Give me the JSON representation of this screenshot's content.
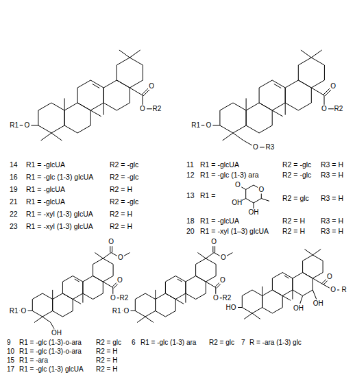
{
  "diagram": {
    "labels": [
      "R1",
      "O",
      "O",
      "O",
      "R2",
      "R1",
      "O",
      "O",
      "O",
      "R2",
      "O",
      "R3",
      "14",
      "R1 = -glcUA",
      "R2 = -glc",
      "16",
      "R1 = -glc (1-3) glcUA",
      "R2 = -glc",
      "19",
      "R1 = -glcUA",
      "R2 = H",
      "21",
      "R1 = -glcUA",
      "R2 = -glc",
      "22",
      "R1 = -xyl (1-3) glcUA",
      "R2 = H",
      "23",
      "R1 = -xyl (1-3) glcUA",
      "R2 = H",
      "11",
      "R1 = -glcUA",
      "R2 = -glc",
      "R3 = H",
      "12",
      "R1 = -glc (1-3) ara",
      "R2 = -glc",
      "R3 = H",
      "13",
      "R1 =",
      "O",
      "O",
      "OH",
      "OH",
      "R2 = glc",
      "R3 = H",
      "18",
      "R1 = -glcUA",
      "R2 = H",
      "R3 = H",
      "20",
      "R1 = -xyl (1–3) glcUA",
      "R2 = H",
      "R3 = H",
      "R1",
      "O",
      "OH",
      "O",
      "O",
      "O",
      "O",
      "R2",
      "R1",
      "O",
      "O",
      "O",
      "O",
      "O",
      "R2",
      "HO",
      "O",
      "O",
      "R",
      "OH",
      "OH",
      "9",
      "R1 = -glc (1-3)-o-ara",
      "R2 = glc",
      "10",
      "R1 = -glc (1-3)-o-ara",
      "R2 = H",
      "15",
      "R1 = -ara",
      "R2 = H",
      "17",
      "R1 = -glc (1-3) glcUA",
      "R2 = H",
      "6",
      "R1 = -glc (1-3) ara",
      "R2 = glc",
      "7",
      "R = -ara (1-3) glc"
    ]
  }
}
